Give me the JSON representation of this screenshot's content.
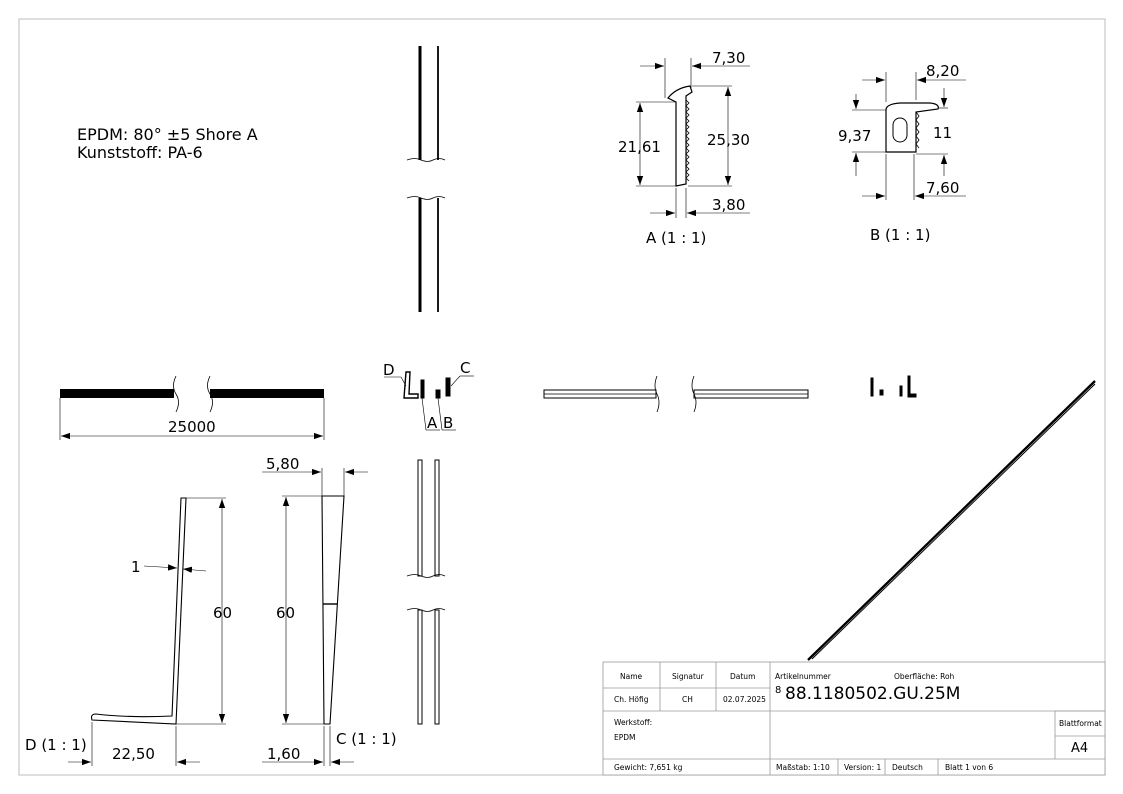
{
  "material_note": {
    "line1": "EPDM: 80° ±5 Shore A",
    "line2": "Kunststoff: PA-6"
  },
  "dimensions": {
    "a_width": "7,30",
    "a_left_height": "21,61",
    "a_right_height": "25,30",
    "a_bottom": "3,80",
    "b_top": "8,20",
    "b_left": "9,37",
    "b_right": "11",
    "b_bottom": "7,60",
    "overall_length": "25000",
    "d_thickness": "1",
    "d_height": "60",
    "d_base": "22,50",
    "c_top": "5,80",
    "c_height": "60",
    "c_bottom": "1,60"
  },
  "view_labels": {
    "a": "A (1 : 1)",
    "b": "B (1 : 1)",
    "c": "C (1 : 1)",
    "d": "D (1 : 1)",
    "callout_a": "A",
    "callout_b": "B",
    "callout_c": "C",
    "callout_d": "D"
  },
  "title_block": {
    "name_label": "Name",
    "signature_label": "Signatur",
    "date_label": "Datum",
    "name_value": "Ch. Höfig",
    "signature_value": "CH",
    "date_value": "02.07.2025",
    "article_label": "Artikelnummer",
    "surface": "Oberfläche:  Roh",
    "rev_mark": "8",
    "article_number": "88.1180502.GU.25M",
    "material_label": "Werkstoff:",
    "material_value": "EPDM",
    "format_label": "Blattformat",
    "format_value": "A4",
    "weight": "Gewicht: 7,651 kg",
    "scale": "Maßstab: 1:10",
    "version": "Version: 1",
    "language": "Deutsch",
    "sheet": "Blatt 1 von 6"
  }
}
